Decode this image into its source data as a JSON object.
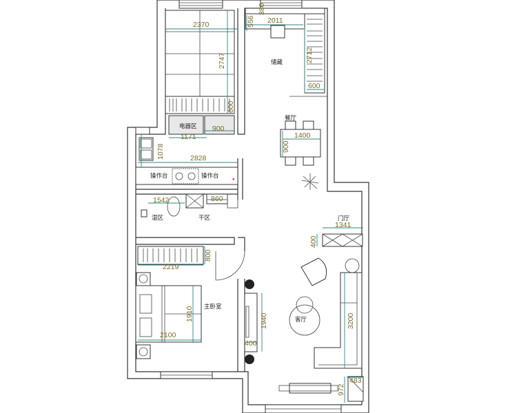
{
  "rooms": {
    "storage": "储藏",
    "dining": "餐厅",
    "appliance_area": "电器区",
    "counter_left": "操作台",
    "counter_right": "操作台",
    "wet_area": "湿区",
    "dry_area": "干区",
    "foyer": "门厅",
    "master_bedroom": "主卧室",
    "living_room": "客厅"
  },
  "dimensions": {
    "cabinet_width": "2370",
    "cabinet_height": "2747",
    "drawer_depth": "600",
    "storage_top_depth": "556",
    "storage_corner": "380",
    "storage_top_width": "2011",
    "storage_side_length": "2712",
    "storage_side_depth": "600",
    "appliance_width": "900",
    "appliance_span": "1171",
    "kitchen_depth": "1078",
    "kitchen_counter_length": "2828",
    "dining_table_width": "1400",
    "dining_table_depth": "900",
    "bath_width": "1542",
    "bath_basin": "860",
    "foyer_cabinet_width": "1341",
    "foyer_cabinet_depth": "400",
    "wardrobe_depth": "800",
    "wardrobe_width": "2219",
    "bed_length": "1910",
    "bed_width": "2100",
    "tv_unit_length": "1940",
    "tv_unit_depth": "400",
    "sofa_length": "3200",
    "corner_cabinet_width": "483",
    "corner_cabinet_length": "972"
  },
  "colors": {
    "walls": "#333333",
    "dimension_lines": "#2e8585",
    "dimension_text": "#7a6a28"
  }
}
